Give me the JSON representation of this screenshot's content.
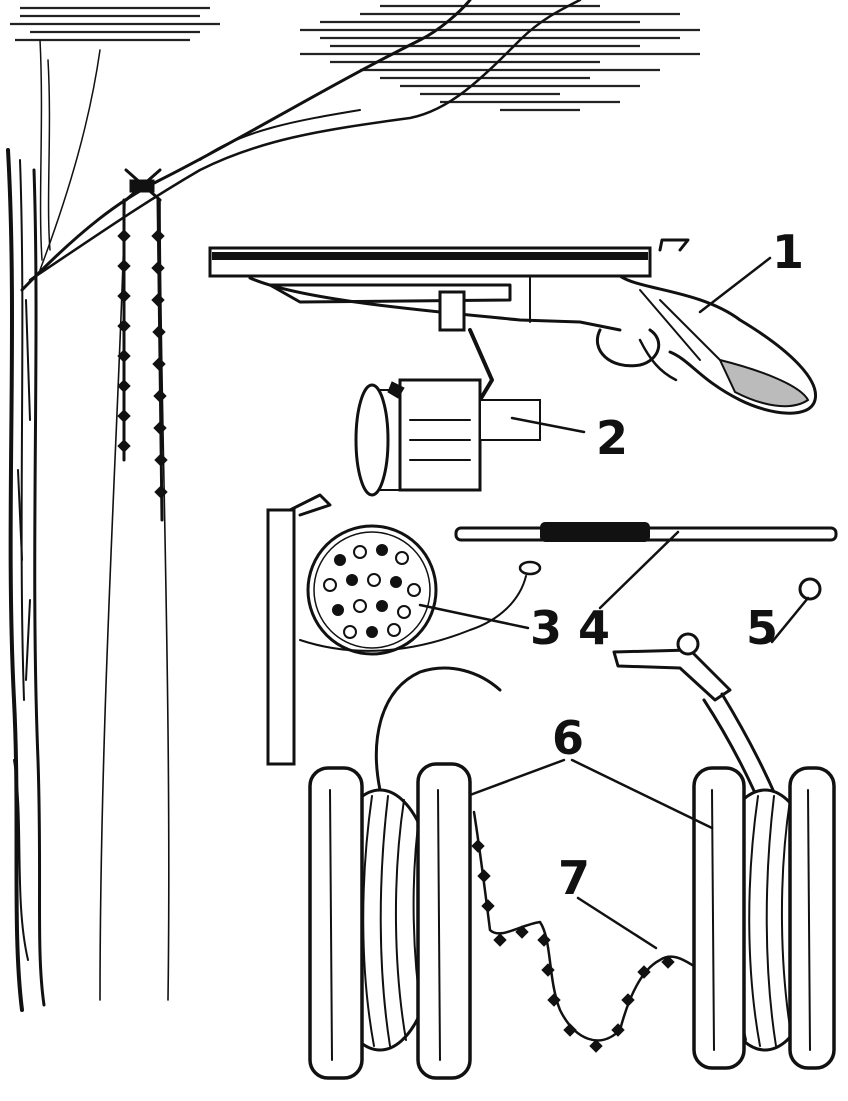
{
  "callouts": [
    {
      "id": "1",
      "label": "1"
    },
    {
      "id": "2",
      "label": "2"
    },
    {
      "id": "3",
      "label": "3"
    },
    {
      "id": "4",
      "label": "4"
    },
    {
      "id": "5",
      "label": "5"
    },
    {
      "id": "6",
      "label": "6"
    },
    {
      "id": "7",
      "label": "7"
    }
  ],
  "colors": {
    "ink": "#111111",
    "paper": "#ffffff"
  }
}
